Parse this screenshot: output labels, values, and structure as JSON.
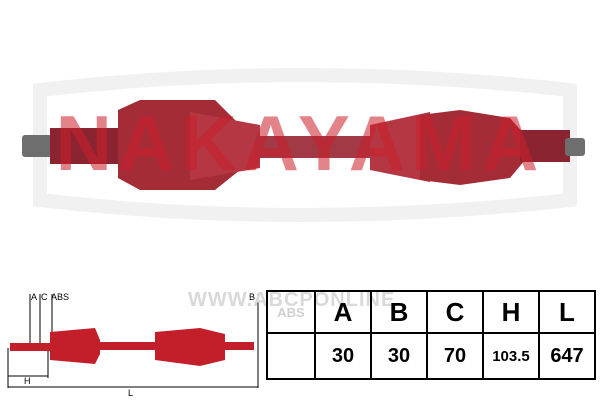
{
  "brand": {
    "logo_text": "NAKAYAMA",
    "logo_color": "#cc1f2b",
    "shaft_color": "#9c2a34"
  },
  "watermark": "WWW.ABCPONLINE",
  "diagram": {
    "labels": {
      "a": "A",
      "c": "C",
      "abs": "ABS",
      "b": "B",
      "h": "H",
      "l": "L"
    }
  },
  "dimensions_table": {
    "headers": [
      "ABS",
      "A",
      "B",
      "C",
      "H",
      "L"
    ],
    "values": [
      "",
      "30",
      "30",
      "70",
      "103.5",
      "647"
    ]
  }
}
